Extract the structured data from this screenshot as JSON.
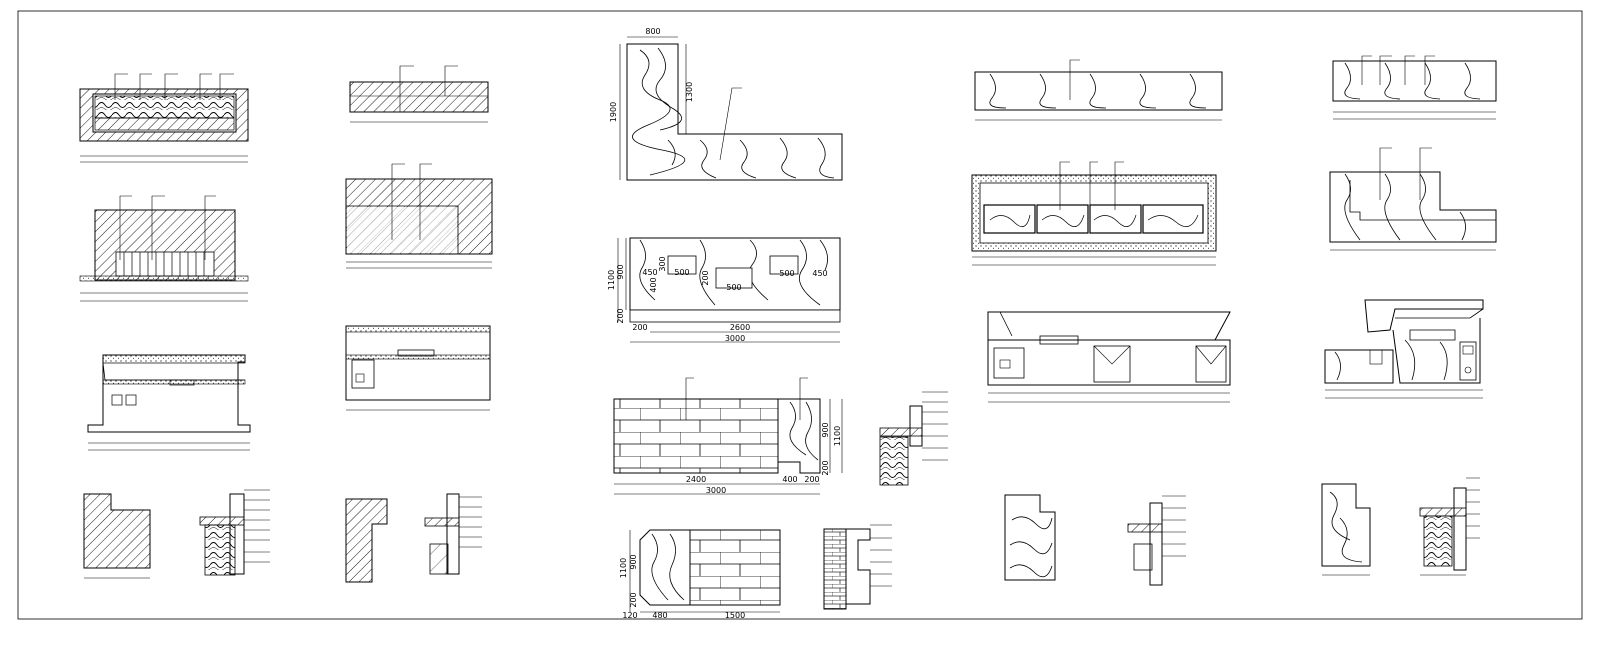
{
  "sheet": {
    "title": "",
    "ink_color": "#000000",
    "paper_color": "#ffffff"
  },
  "dims": {
    "l_top_width": "800",
    "l_overall_height": "1900",
    "l_inner_height": "1300",
    "sink_total_height": "1100",
    "sink_body_height": "900",
    "sink_base_height": "200",
    "sink_left_margin": "450",
    "sink_left_width": "500",
    "sink_mid_gap": "200",
    "sink_bowl_width": "500",
    "sink_bowl_depth": "300",
    "sink_bowl_depth2": "400",
    "sink_right_margin": "450",
    "sink_base_offset": "200",
    "sink_inner_length": "2600",
    "sink_total_length": "3000",
    "brick_total_height": "1100",
    "brick_upper_height": "900",
    "brick_base_height": "200",
    "brick_main_length": "2400",
    "brick_end_length": "400",
    "brick_end_offset": "200",
    "brick_total_length": "3000",
    "small_total_height": "1100",
    "small_upper_height": "900",
    "small_base_height": "200",
    "small_left_offset": "120",
    "small_marble_width": "480",
    "small_brick_width": "1500"
  }
}
